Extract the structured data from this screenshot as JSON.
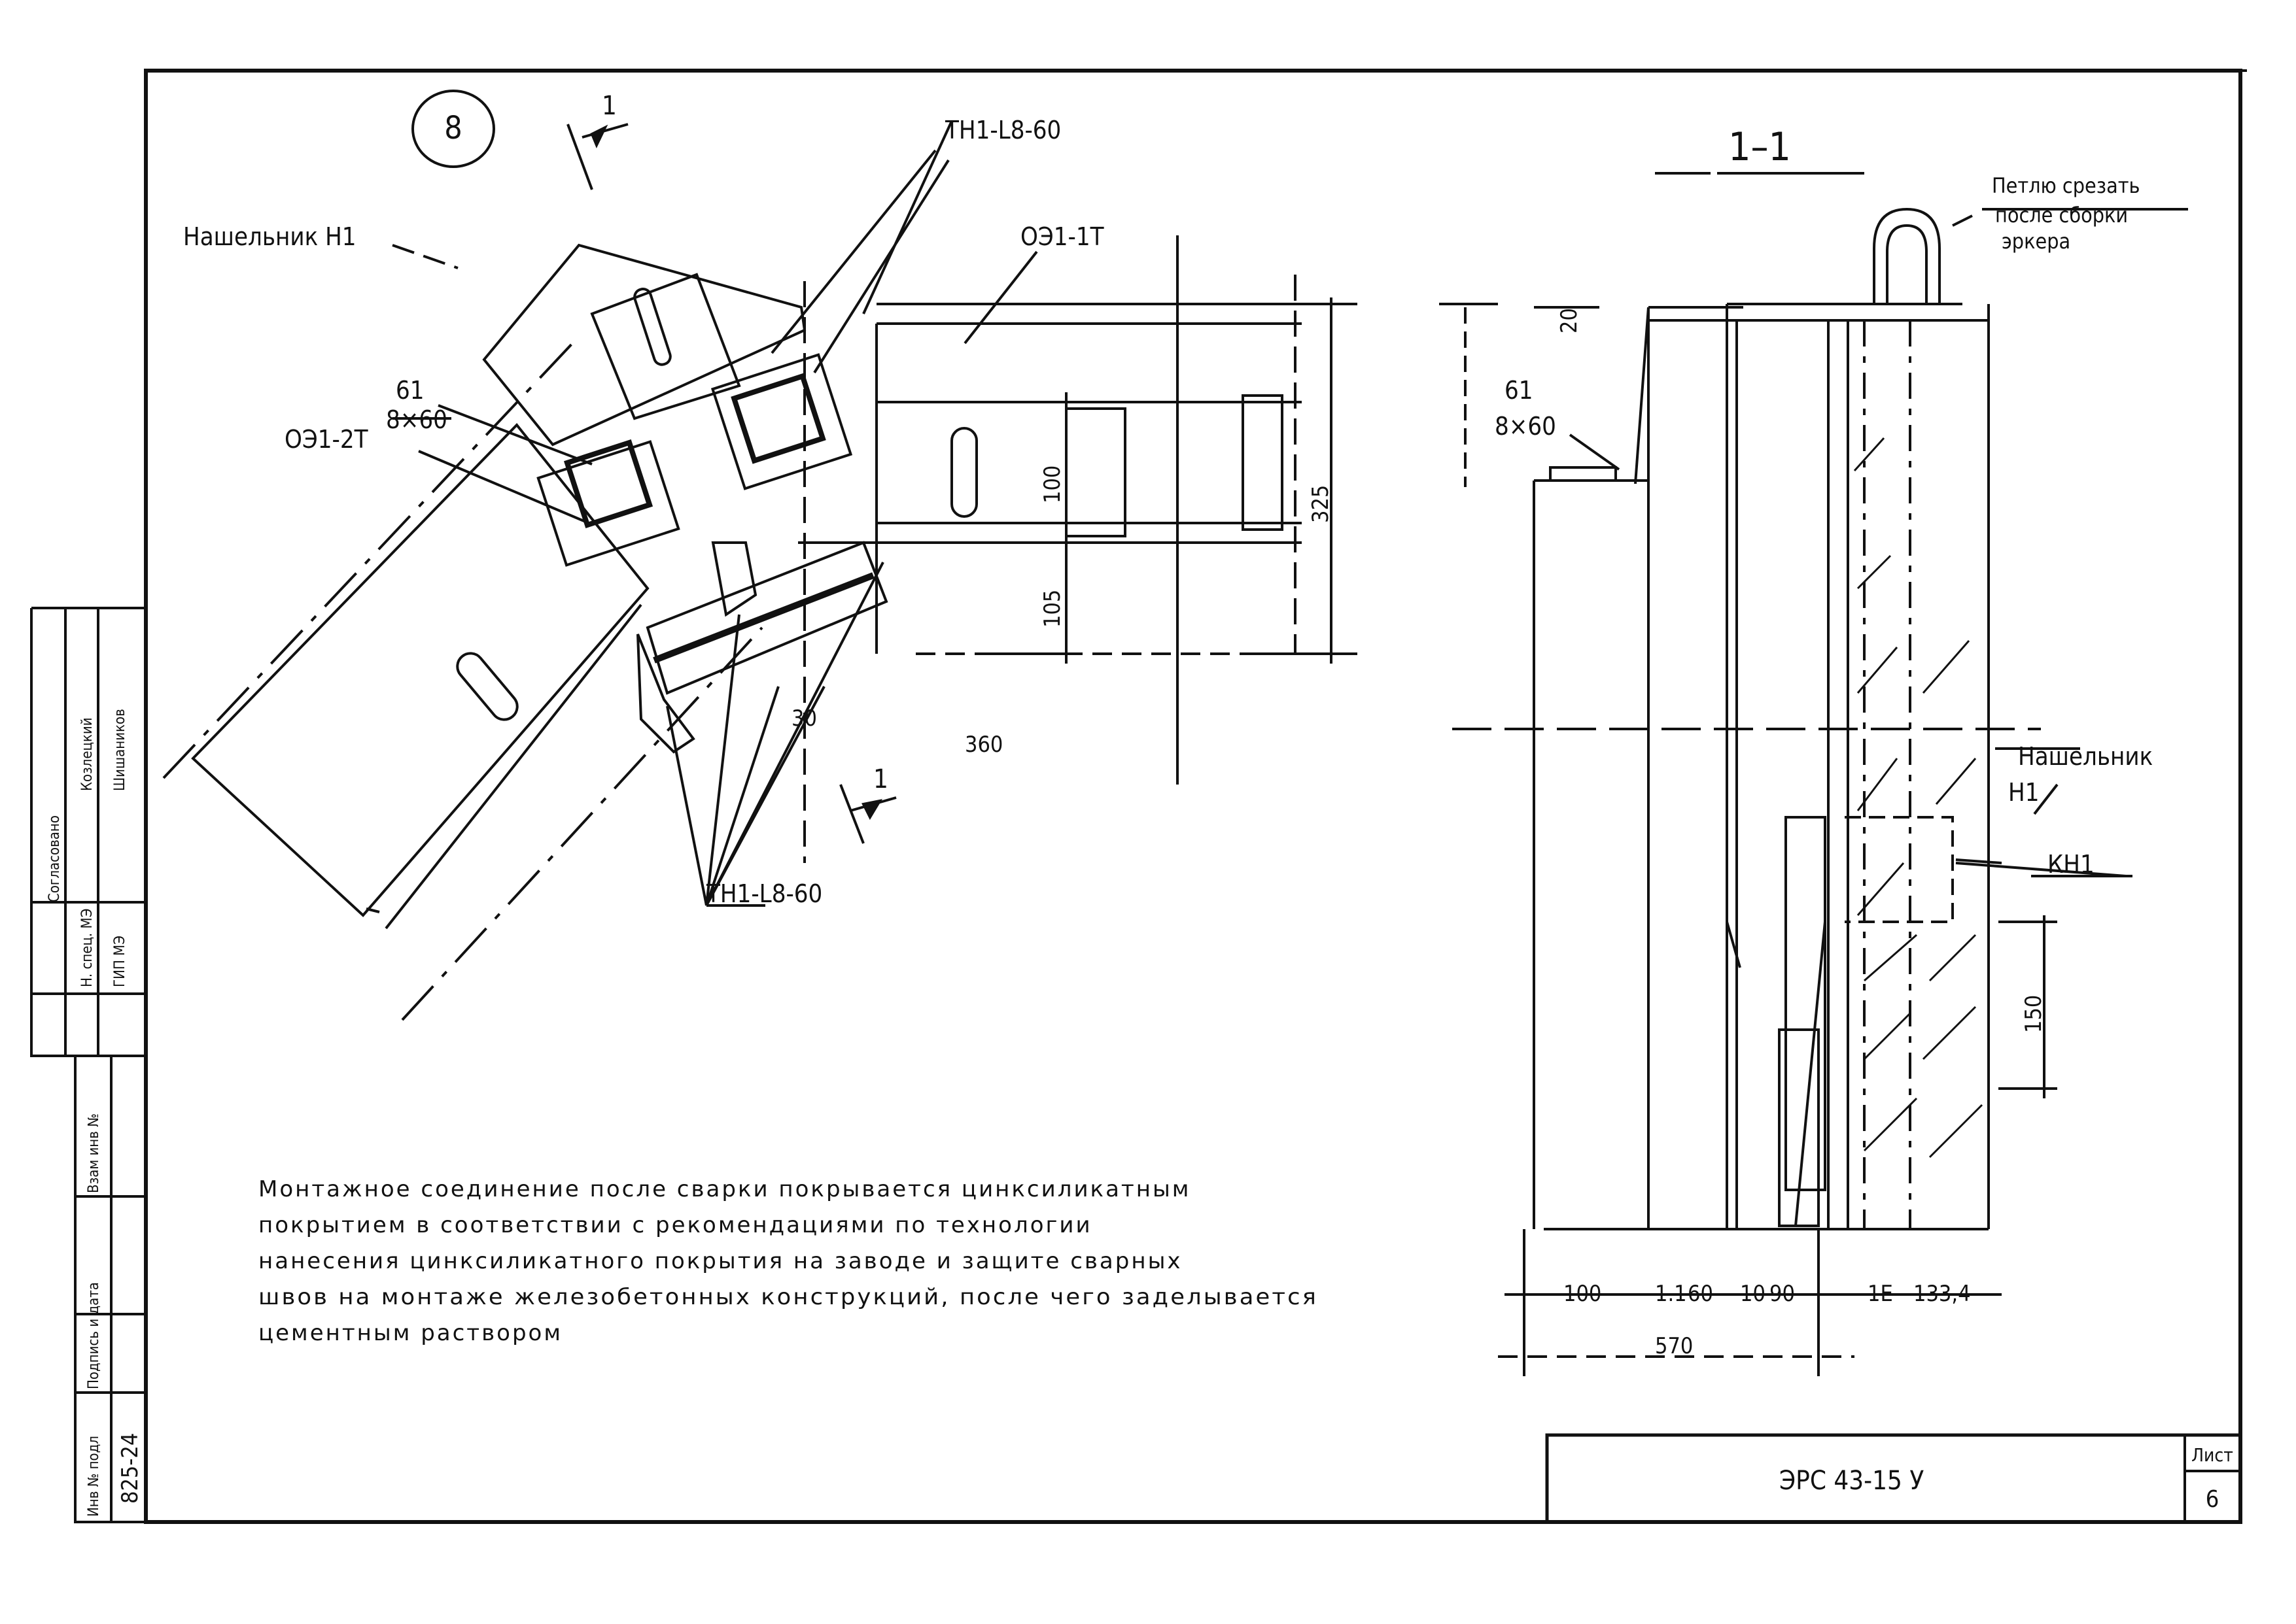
{
  "sheet": {
    "detail_number": "8",
    "section_mark": "1",
    "section_title": "1–1",
    "stamp_title": "ЭРС 43-15 У",
    "sheet_label": "Лист",
    "sheet_number": "6"
  },
  "plan_labels": {
    "nashelnik_left": "Нашельник Н1",
    "top_weld": "ТН1-L8-60",
    "oe1_1t": "ОЭ1-1Т",
    "oe1_2t": "ОЭ1-2Т",
    "b1_top": "61",
    "b1_bottom": "8×60",
    "bottom_weld": "ТН1-L8-60",
    "angle": "30",
    "dim_100": "100",
    "dim_105": "105",
    "dim_325": "325",
    "dim_360": "360"
  },
  "section_labels": {
    "loop_line1": "Петлю срезать",
    "loop_line2": "после сборки",
    "loop_line3": "эркера",
    "b1_top": "61",
    "b1_bottom": "8×60",
    "dim_20": "20",
    "nashelnik_line1": "Нашельник",
    "nashelnik_line2": "Н1",
    "kn1": "КН1",
    "dim_right": "150",
    "bottom_dims": [
      "100",
      "1.1",
      "60",
      "10",
      "90",
      "1Е",
      "133,4"
    ],
    "total": "570"
  },
  "note": [
    "Монтажное соединение после сварки покрывается цинксиликатным",
    "покрытием в соответствии с рекомендациями по технологии",
    "нанесения цинксиликатного покрытия на заводе и защите сварных",
    "швов на монтаже железобетонных конструкций, после чего заделывается",
    "цементным раствором"
  ],
  "left_stamp": {
    "agreed": "Согласовано",
    "row1_role": "Н. спец. МЭ",
    "row1_name": "Козлецкий",
    "row2_role": "ГИП МЭ",
    "row2_name": "Шишаников",
    "inv_orig": "Инв № подл",
    "sign_date": "Подпись и дата",
    "inv_swap": "Взам инв №",
    "inv_value": "825-24"
  }
}
